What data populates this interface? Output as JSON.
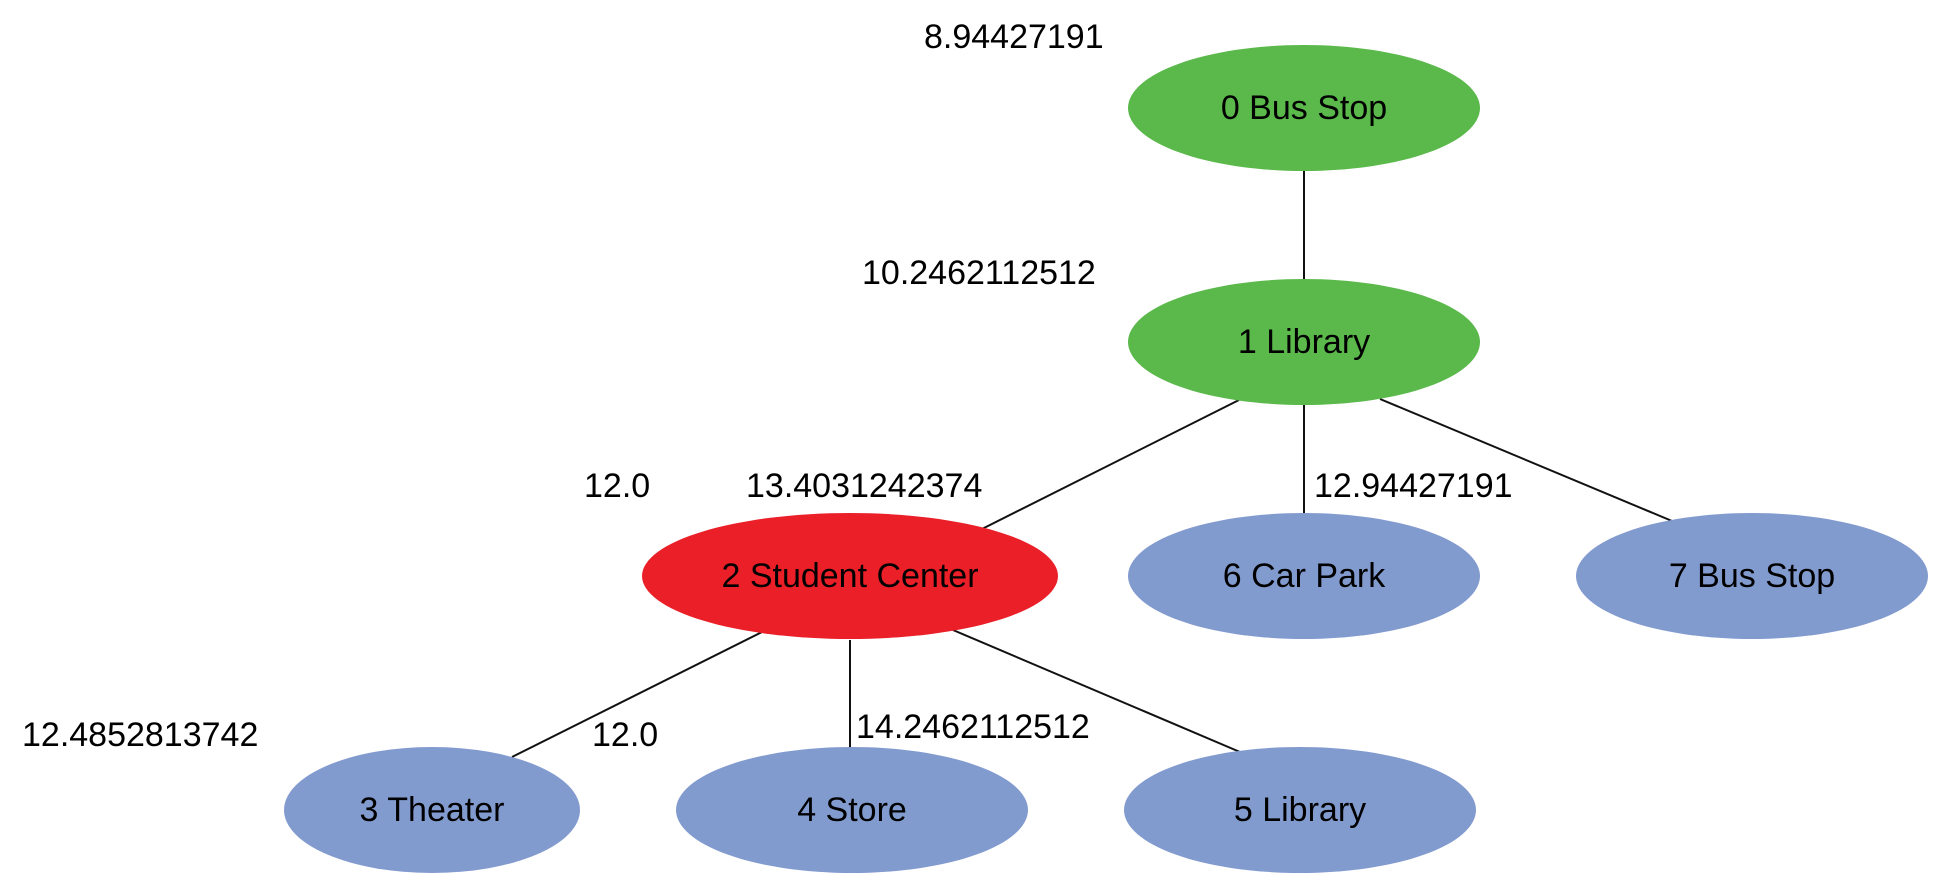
{
  "colors": {
    "visited": "#5ab94a",
    "current": "#ea1f28",
    "frontier": "#829bcf"
  },
  "nodes": [
    {
      "id": 0,
      "label": "0 Bus Stop",
      "status": "visited"
    },
    {
      "id": 1,
      "label": "1 Library",
      "status": "visited"
    },
    {
      "id": 2,
      "label": "2 Student Center",
      "status": "current"
    },
    {
      "id": 3,
      "label": "3 Theater",
      "status": "frontier"
    },
    {
      "id": 4,
      "label": "4 Store",
      "status": "frontier"
    },
    {
      "id": 5,
      "label": "5 Library",
      "status": "frontier"
    },
    {
      "id": 6,
      "label": "6 Car Park",
      "status": "frontier"
    },
    {
      "id": 7,
      "label": "7 Bus Stop",
      "status": "frontier"
    }
  ],
  "edges": [
    {
      "from": 0,
      "to": 1
    },
    {
      "from": 1,
      "to": 2
    },
    {
      "from": 1,
      "to": 6
    },
    {
      "from": 1,
      "to": 7
    },
    {
      "from": 2,
      "to": 3
    },
    {
      "from": 2,
      "to": 4
    },
    {
      "from": 2,
      "to": 5
    }
  ],
  "weights": [
    "8.94427191",
    "10.2462112512",
    "12.0",
    "13.4031242374",
    "12.94427191",
    "12.4852813742",
    "12.0",
    "14.2462112512"
  ]
}
